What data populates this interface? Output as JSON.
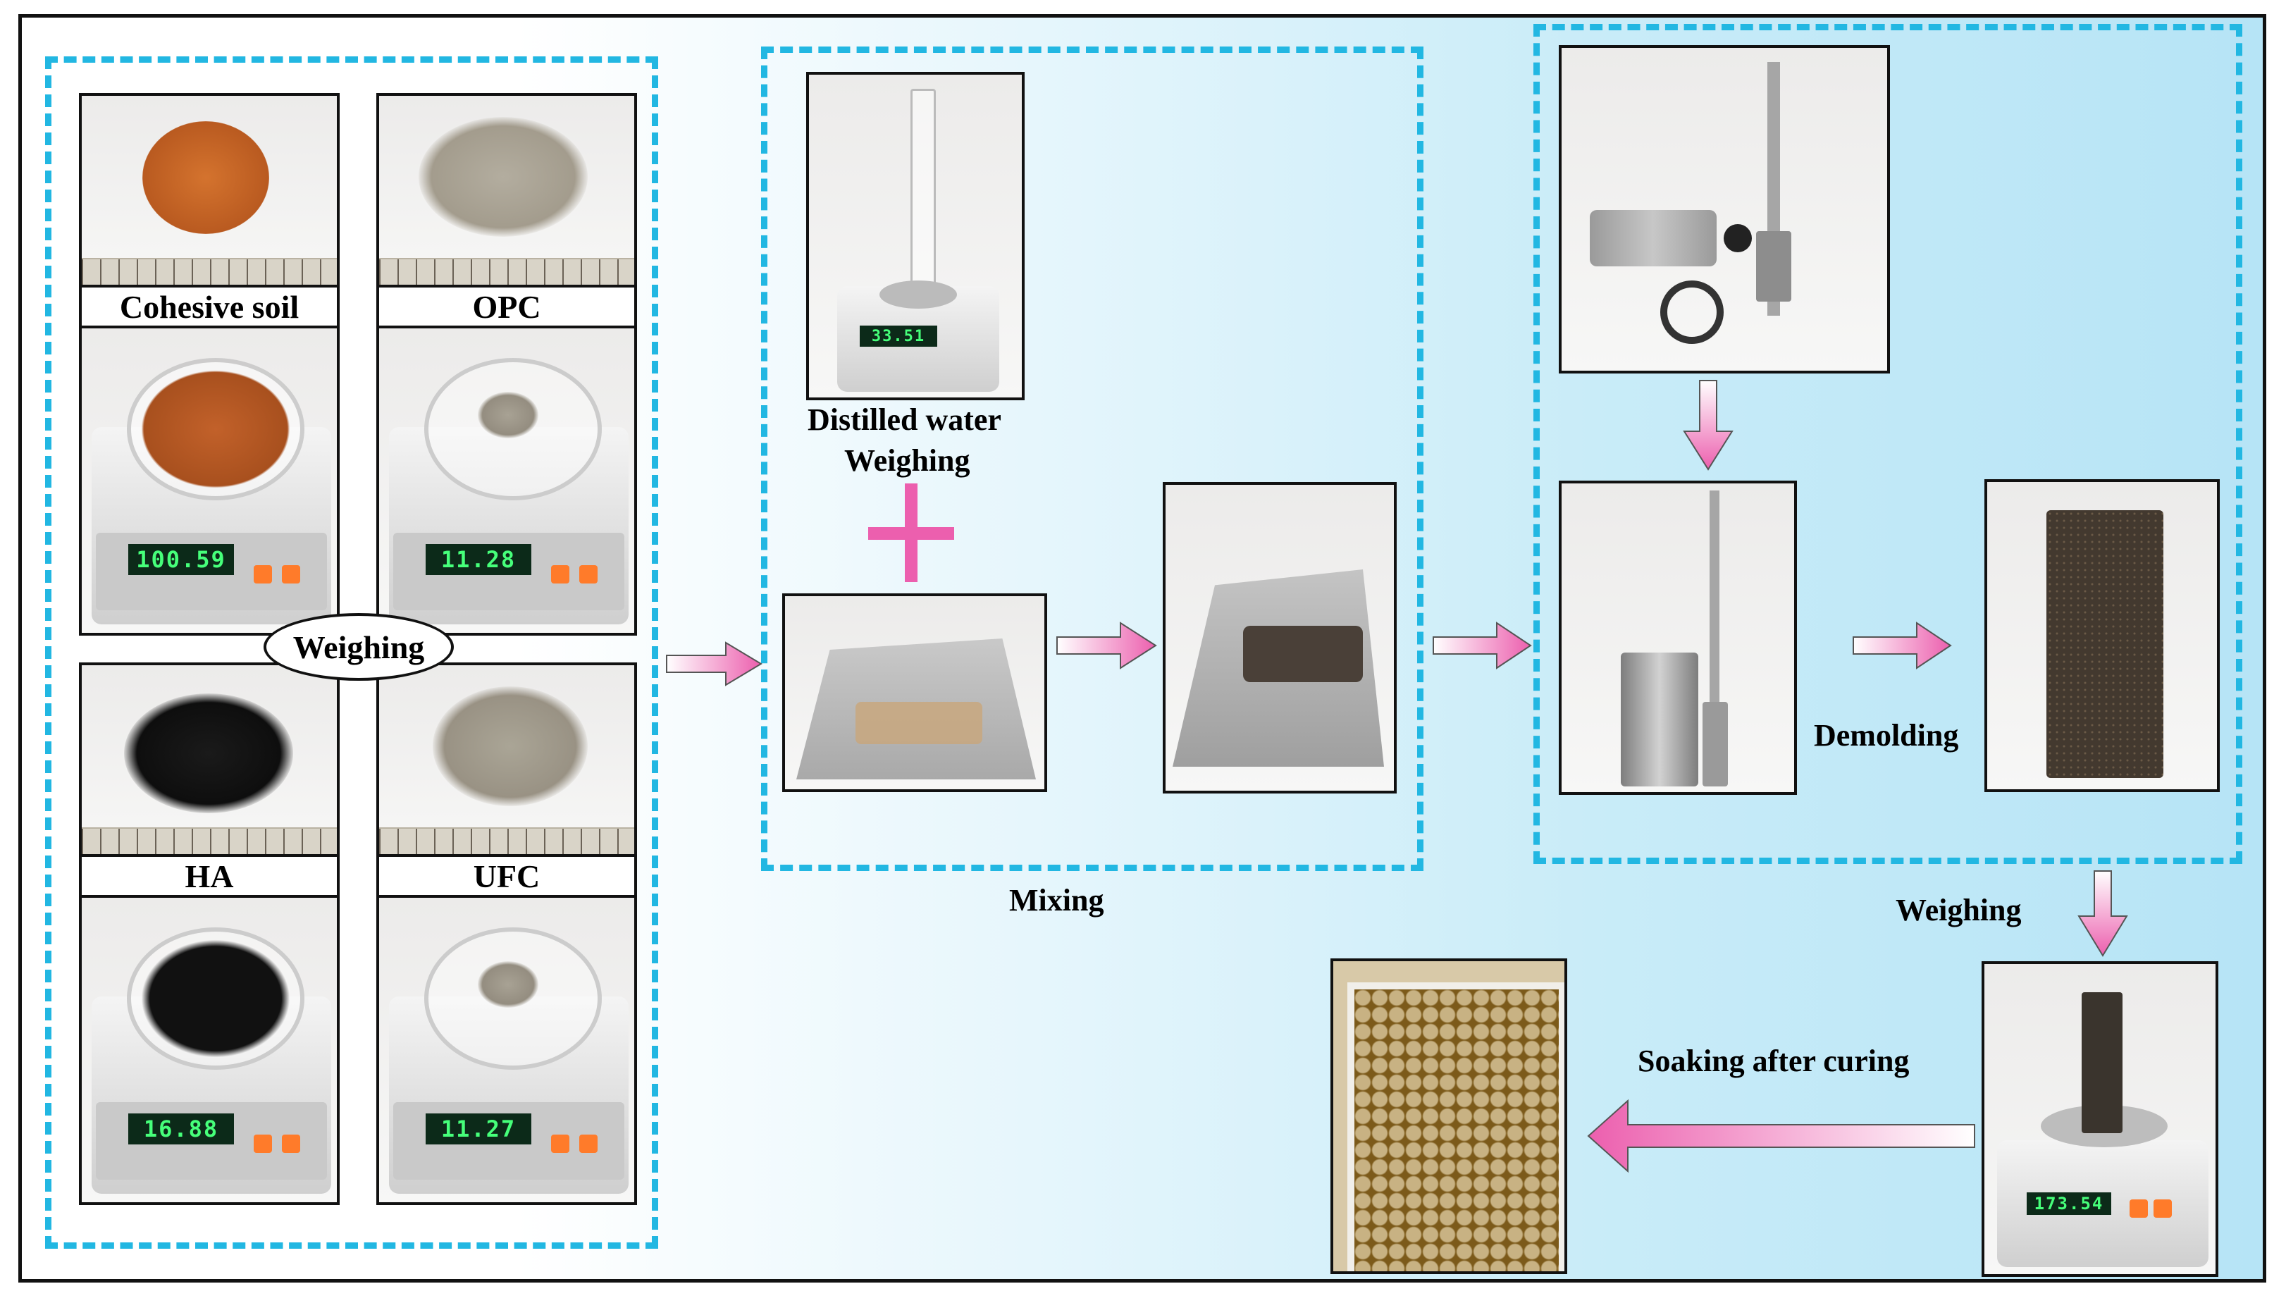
{
  "materials": {
    "cohesive_soil": "Cohesive soil",
    "opc": "OPC",
    "ha": "HA",
    "ufc": "UFC"
  },
  "scale_readings": {
    "cohesive_soil": "100.59",
    "opc": "11.28",
    "ha": "16.88",
    "ufc": "11.27",
    "water": "33.51",
    "specimen": "173.54"
  },
  "labels": {
    "weighing_materials": "Weighing",
    "distilled_water": "Distilled water",
    "weighing_water": "Weighing",
    "mixing": "Mixing",
    "demolding": "Demolding",
    "weighing_specimen": "Weighing",
    "soaking": "Soaking after curing"
  },
  "colors": {
    "dashed_border": "#22b7e2",
    "arrow": "#ec5fae",
    "frame": "#111111"
  }
}
